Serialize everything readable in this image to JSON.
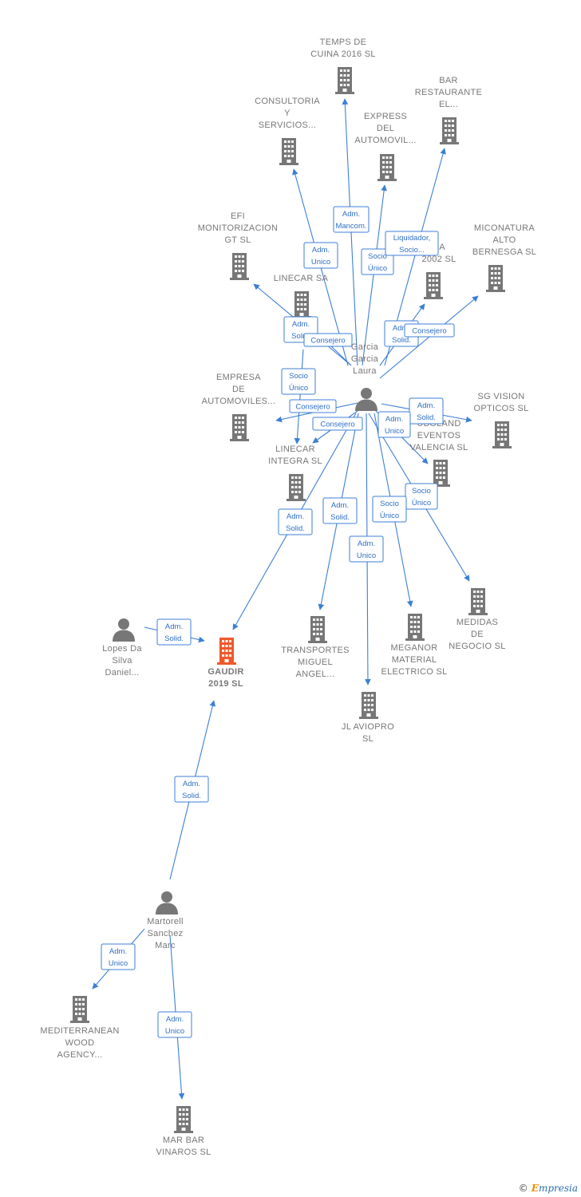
{
  "colors": {
    "edge": "#3d7fd6",
    "building": "#777777",
    "focus": "#f0582b",
    "person": "#777777"
  },
  "nodes": [
    {
      "id": "temps",
      "type": "company",
      "lines": [
        "TEMPS DE",
        "CUINA 2016  SL"
      ]
    },
    {
      "id": "bar",
      "type": "company",
      "lines": [
        "BAR",
        "RESTAURANTE",
        "EL..."
      ]
    },
    {
      "id": "consultoria",
      "type": "company",
      "lines": [
        "CONSULTORIA",
        "Y",
        "SERVICIOS..."
      ]
    },
    {
      "id": "express",
      "type": "company",
      "lines": [
        "EXPRESS",
        "DEL",
        "AUTOMOVIL..."
      ]
    },
    {
      "id": "efi",
      "type": "company",
      "lines": [
        "EFI",
        "MONITORIZACION",
        "GT  SL"
      ]
    },
    {
      "id": "linecarsa",
      "type": "company",
      "lines": [
        "LINECAR SA"
      ]
    },
    {
      "id": "da2002",
      "type": "company",
      "lines": [
        "DA",
        "2002 SL"
      ]
    },
    {
      "id": "miconatura",
      "type": "company",
      "lines": [
        "MICONATURA",
        "ALTO",
        "BERNESGA SL"
      ]
    },
    {
      "id": "empresa",
      "type": "company",
      "lines": [
        "EMPRESA",
        "DE",
        "AUTOMOVILES..."
      ]
    },
    {
      "id": "sgvision",
      "type": "company",
      "lines": [
        "SG VISION",
        "OPTICOS  SL"
      ]
    },
    {
      "id": "uboland",
      "type": "company",
      "lines": [
        "UBOLAND",
        "EVENTOS",
        "VALENCIA  SL"
      ]
    },
    {
      "id": "integra",
      "type": "company",
      "lines": [
        "LINECAR",
        "INTEGRA  SL"
      ]
    },
    {
      "id": "medidas",
      "type": "company",
      "lines": [
        "MEDIDAS",
        "DE",
        "NEGOCIO SL"
      ]
    },
    {
      "id": "transportes",
      "type": "company",
      "lines": [
        "TRANSPORTES",
        "MIGUEL",
        "ANGEL..."
      ]
    },
    {
      "id": "meganor",
      "type": "company",
      "lines": [
        "MEGANOR",
        "MATERIAL",
        "ELECTRICO  SL"
      ]
    },
    {
      "id": "aviopro",
      "type": "company",
      "lines": [
        "JL AVIOPRO",
        "SL"
      ]
    },
    {
      "id": "gaudir",
      "type": "focus",
      "lines": [
        "GAUDIR",
        "2019  SL"
      ]
    },
    {
      "id": "mediterranean",
      "type": "company",
      "lines": [
        "MEDITERRANEAN",
        "WOOD",
        "AGENCY..."
      ]
    },
    {
      "id": "marbar",
      "type": "company",
      "lines": [
        "MAR BAR",
        "VINAROS  SL"
      ]
    },
    {
      "id": "garcia",
      "type": "person",
      "lines": [
        "Garcia",
        "Garcia",
        "Laura"
      ]
    },
    {
      "id": "lopes",
      "type": "person",
      "lines": [
        "Lopes Da",
        "Silva",
        "Daniel..."
      ]
    },
    {
      "id": "martorell",
      "type": "person",
      "lines": [
        "Martorell",
        "Sanchez",
        "Marc"
      ]
    }
  ],
  "edges": [
    {
      "from": "garcia",
      "to": "temps",
      "lines": [
        "Adm.",
        "Mancom."
      ]
    },
    {
      "from": "garcia",
      "to": "consultoria",
      "lines": [
        "Adm.",
        "Unico"
      ]
    },
    {
      "from": "garcia",
      "to": "express",
      "lines": [
        "Socio",
        "Único"
      ]
    },
    {
      "from": "garcia",
      "to": "bar",
      "lines": [
        "Liquidador,",
        "Socio..."
      ]
    },
    {
      "from": "garcia",
      "to": "efi",
      "lines": [
        "Adm.",
        "Solid."
      ]
    },
    {
      "from": "garcia",
      "to": "linecarsa",
      "lines": [
        "Consejero"
      ]
    },
    {
      "from": "garcia",
      "to": "da2002",
      "lines": [
        "Adm.",
        "Solid."
      ]
    },
    {
      "from": "garcia",
      "to": "miconatura",
      "lines": [
        "Consejero"
      ]
    },
    {
      "from": "garcia",
      "to": "integra",
      "lines": [
        "Socio",
        "Único"
      ]
    },
    {
      "from": "garcia",
      "to": "empresa",
      "lines": [
        "Consejero"
      ]
    },
    {
      "from": "garcia",
      "to": "integra",
      "lines": [
        "Consejero"
      ]
    },
    {
      "from": "garcia",
      "to": "sgvision",
      "lines": [
        "Adm.",
        "Solid."
      ]
    },
    {
      "from": "garcia",
      "to": "uboland",
      "lines": [
        "Adm.",
        "Unico"
      ]
    },
    {
      "from": "garcia",
      "to": "medidas",
      "lines": [
        "Socio",
        "Único"
      ]
    },
    {
      "from": "garcia",
      "to": "gaudir",
      "lines": [
        "Adm.",
        "Solid."
      ]
    },
    {
      "from": "garcia",
      "to": "transportes",
      "lines": [
        "Adm.",
        "Solid."
      ]
    },
    {
      "from": "garcia",
      "to": "meganor",
      "lines": [
        "Socio",
        "Único"
      ]
    },
    {
      "from": "garcia",
      "to": "aviopro",
      "lines": [
        "Adm.",
        "Unico"
      ]
    },
    {
      "from": "lopes",
      "to": "gaudir",
      "lines": [
        "Adm.",
        "Solid."
      ]
    },
    {
      "from": "martorell",
      "to": "gaudir",
      "lines": [
        "Adm.",
        "Solid."
      ]
    },
    {
      "from": "martorell",
      "to": "mediterranean",
      "lines": [
        "Adm.",
        "Unico"
      ]
    },
    {
      "from": "martorell",
      "to": "marbar",
      "lines": [
        "Adm.",
        "Unico"
      ]
    }
  ],
  "footer": {
    "copyright": "©",
    "brand_initial": "E",
    "brand_rest": "mpresia"
  }
}
